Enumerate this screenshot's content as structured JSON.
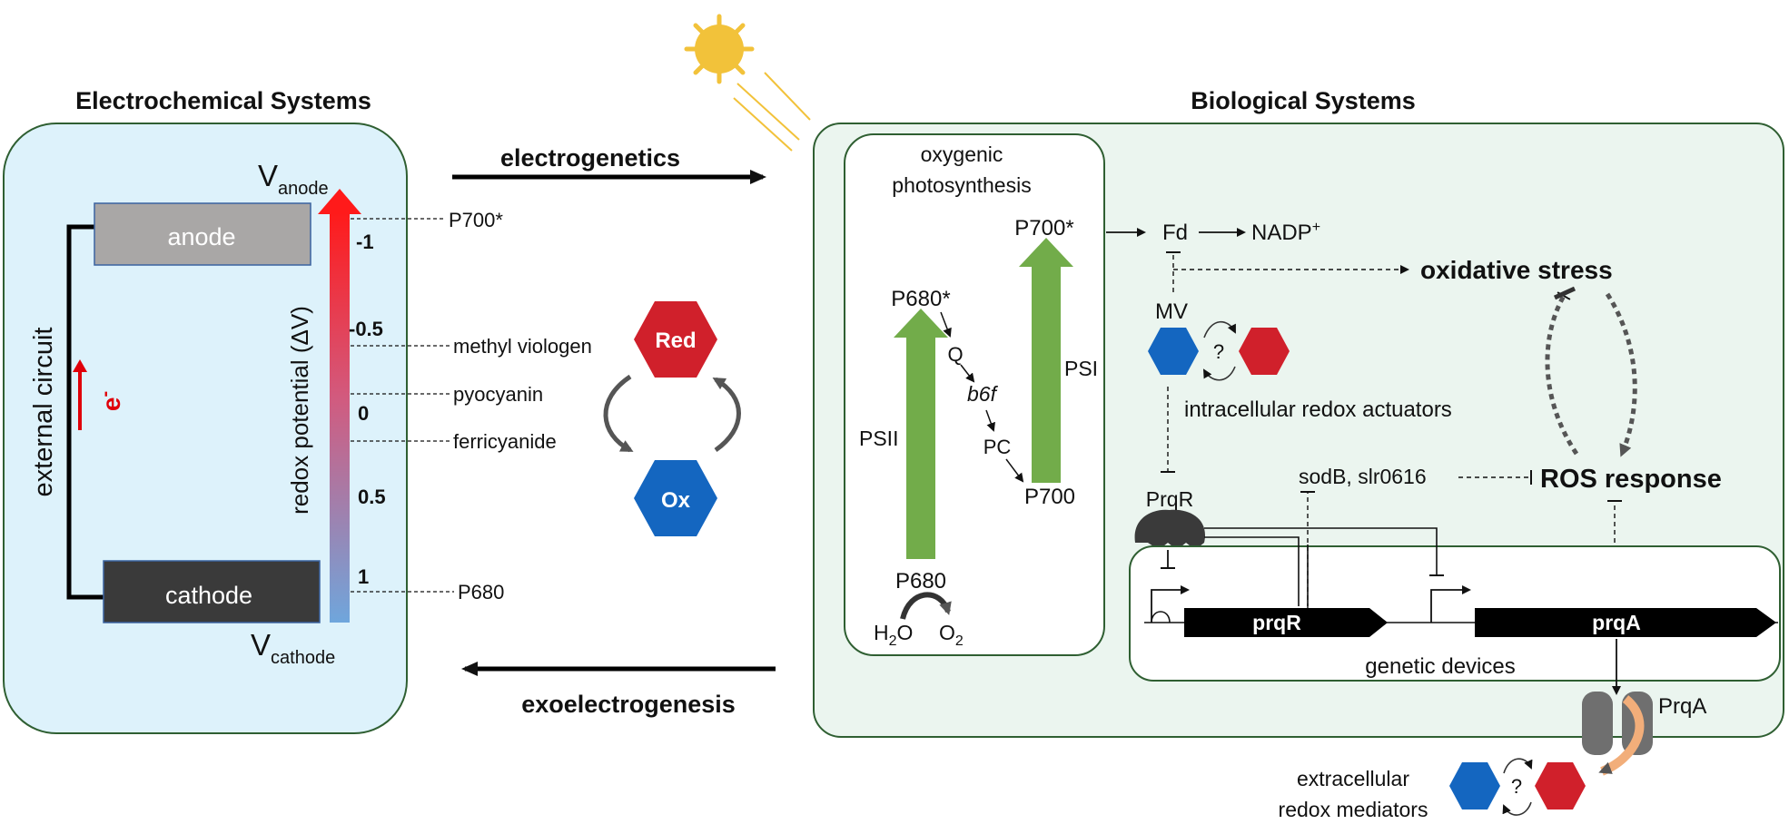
{
  "titles": {
    "electrochemical": "Electrochemical Systems",
    "biological": "Biological Systems"
  },
  "electrochem": {
    "anode": "anode",
    "cathode": "cathode",
    "v_main": "V",
    "anode_sub": "anode",
    "cathode_sub": "cathode",
    "external_circuit": "external circuit",
    "electron": "e",
    "electron_sup": "-",
    "axis_label": "redox potential (ΔV)",
    "ticks": [
      "-1",
      "-0.5",
      "0",
      "0.5",
      "1"
    ],
    "levels": [
      "P700*",
      "methyl viologen",
      "pyocyanin",
      "ferricyanide",
      "P680"
    ]
  },
  "arrows": {
    "top": "electrogenetics",
    "bottom": "exoelectrogenesis"
  },
  "hexagons": {
    "red": "Red",
    "ox": "Ox"
  },
  "photosynthesis": {
    "title1": "oxygenic",
    "title2": "photosynthesis",
    "p680_star": "P680*",
    "p700_star": "P700*",
    "q": "Q",
    "b6f": "b6f",
    "pc": "PC",
    "p700": "P700",
    "p680": "P680",
    "psii": "PSII",
    "psi": "PSI",
    "h": "H",
    "h_sub": "2",
    "o_after": "O",
    "o2": "O",
    "o2_sub": "2"
  },
  "network": {
    "fd": "Fd",
    "nadp": "NADP",
    "nadp_sup": "+",
    "oxidative_stress": "oxidative stress",
    "mv": "MV",
    "question": "?",
    "intracellular": "intracellular redox actuators",
    "prqr": "PrqR",
    "sodb": "sodB, slr0616",
    "ros_response": "ROS response",
    "gene1": "prqR",
    "gene2": "prqA",
    "genetic_devices": "genetic devices",
    "prqa_protein": "PrqA",
    "extracellular1": "extracellular",
    "extracellular2": "redox mediators"
  },
  "colors": {
    "echem_fill": "#ddf2fb",
    "bio_fill": "#ebf5ef",
    "panel_stroke": "#2f5f32",
    "anode": "#a9a7a6",
    "cathode": "#3a3a3a",
    "psi_green": "#72ac4a",
    "hex_red": "#d0202b",
    "hex_blue": "#1466c0",
    "sun": "#f2c23a"
  }
}
